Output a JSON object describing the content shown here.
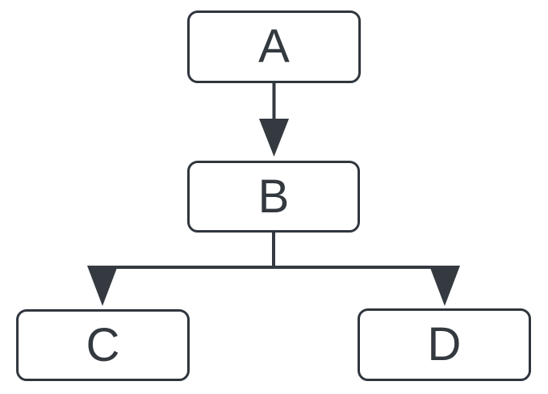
{
  "diagram": {
    "type": "flowchart",
    "direction": "top-down",
    "nodes": [
      {
        "id": "A",
        "label": "A"
      },
      {
        "id": "B",
        "label": "B"
      },
      {
        "id": "C",
        "label": "C"
      },
      {
        "id": "D",
        "label": "D"
      }
    ],
    "edges": [
      {
        "from": "A",
        "to": "B",
        "arrow": "filled-triangle-down"
      },
      {
        "from": "B",
        "to": "C",
        "arrow": "filled-triangle-down"
      },
      {
        "from": "B",
        "to": "D",
        "arrow": "filled-triangle-down"
      }
    ]
  },
  "colors": {
    "background": "#ffffff",
    "node-fill": "#ffffff",
    "node-border": "#2f363e",
    "edge-stroke": "#343a40",
    "text": "#33393f"
  }
}
